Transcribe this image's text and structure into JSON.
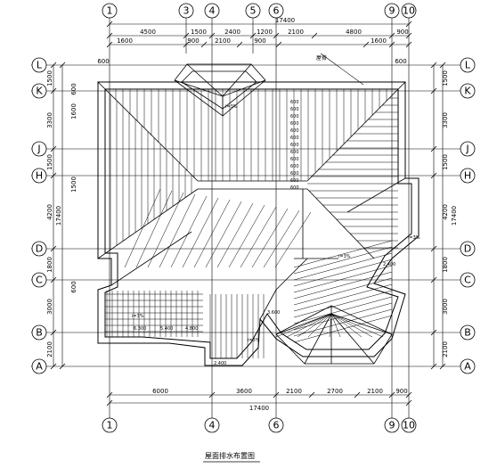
{
  "drawing": {
    "title": "屋面排水布置图",
    "callout": "屋脊",
    "slope_labels": [
      "i=3%",
      "i=3%",
      "i=3%",
      "i=3%",
      "i=3%"
    ]
  },
  "grid_axes": {
    "top": [
      "1",
      "3",
      "4",
      "5",
      "6",
      "9",
      "10"
    ],
    "bottom": [
      "1",
      "4",
      "6",
      "9",
      "10"
    ],
    "left": [
      "L",
      "K",
      "J",
      "H",
      "D",
      "C",
      "B",
      "A"
    ],
    "right": [
      "L",
      "K",
      "J",
      "H",
      "D",
      "C",
      "B",
      "A"
    ]
  },
  "dimensions": {
    "top_total": "17400",
    "top_row1": [
      "4500",
      "1500",
      "2400",
      "1200",
      "2100",
      "4800",
      "900"
    ],
    "top_row2": [
      "1600",
      "900",
      "2100",
      "900",
      "1600"
    ],
    "bottom_row1": [
      "6000",
      "3600",
      "2100",
      "2700",
      "2100",
      "900"
    ],
    "bottom_total": "17400",
    "left_row1": [
      "1500",
      "3300",
      "1500",
      "4200",
      "1800",
      "3000",
      "2100"
    ],
    "left_total": "17400",
    "right_row1": [
      "1500",
      "3300",
      "1500",
      "4200",
      "1800",
      "3000",
      "2100"
    ],
    "right_total": "17400",
    "left_inner": [
      "600",
      "1600",
      "1500",
      "600"
    ],
    "top_inner": [
      "600",
      "600"
    ],
    "inner_values": [
      "2.400",
      "600",
      "600",
      "600",
      "600",
      "600",
      "600",
      "600",
      "600",
      "600",
      "600",
      "600",
      "600",
      "600"
    ],
    "inner_values_b": [
      "6.300",
      "5.400",
      "4.800",
      "3.600",
      "2.400"
    ]
  }
}
